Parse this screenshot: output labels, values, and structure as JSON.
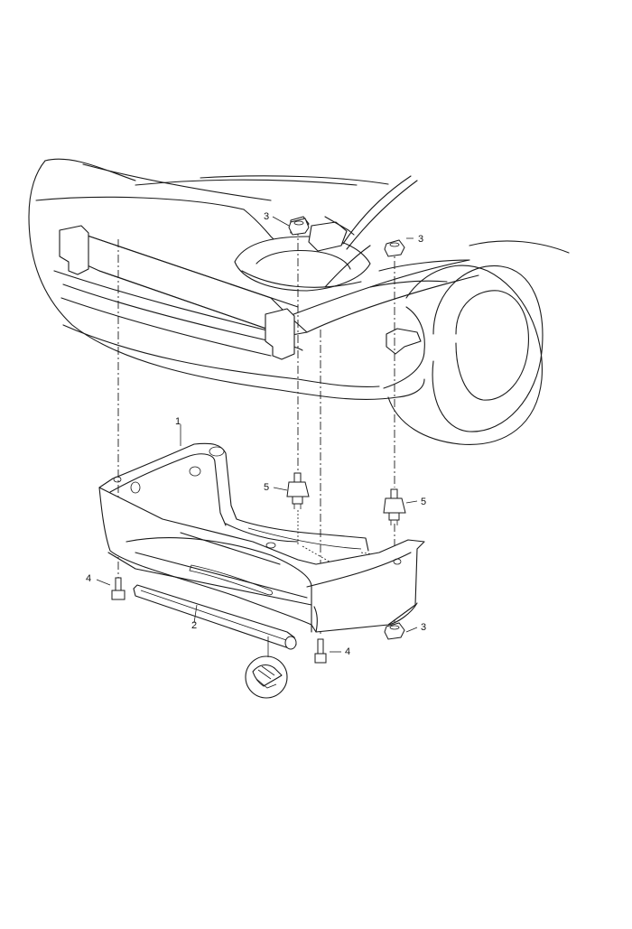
{
  "diagram": {
    "callouts": {
      "c1": "1",
      "c2": "2",
      "c3_top_left": "3",
      "c3_top_right": "3",
      "c3_bottom": "3",
      "c4_left": "4",
      "c4_right": "4",
      "c5_left": "5",
      "c5_right": "5"
    }
  }
}
